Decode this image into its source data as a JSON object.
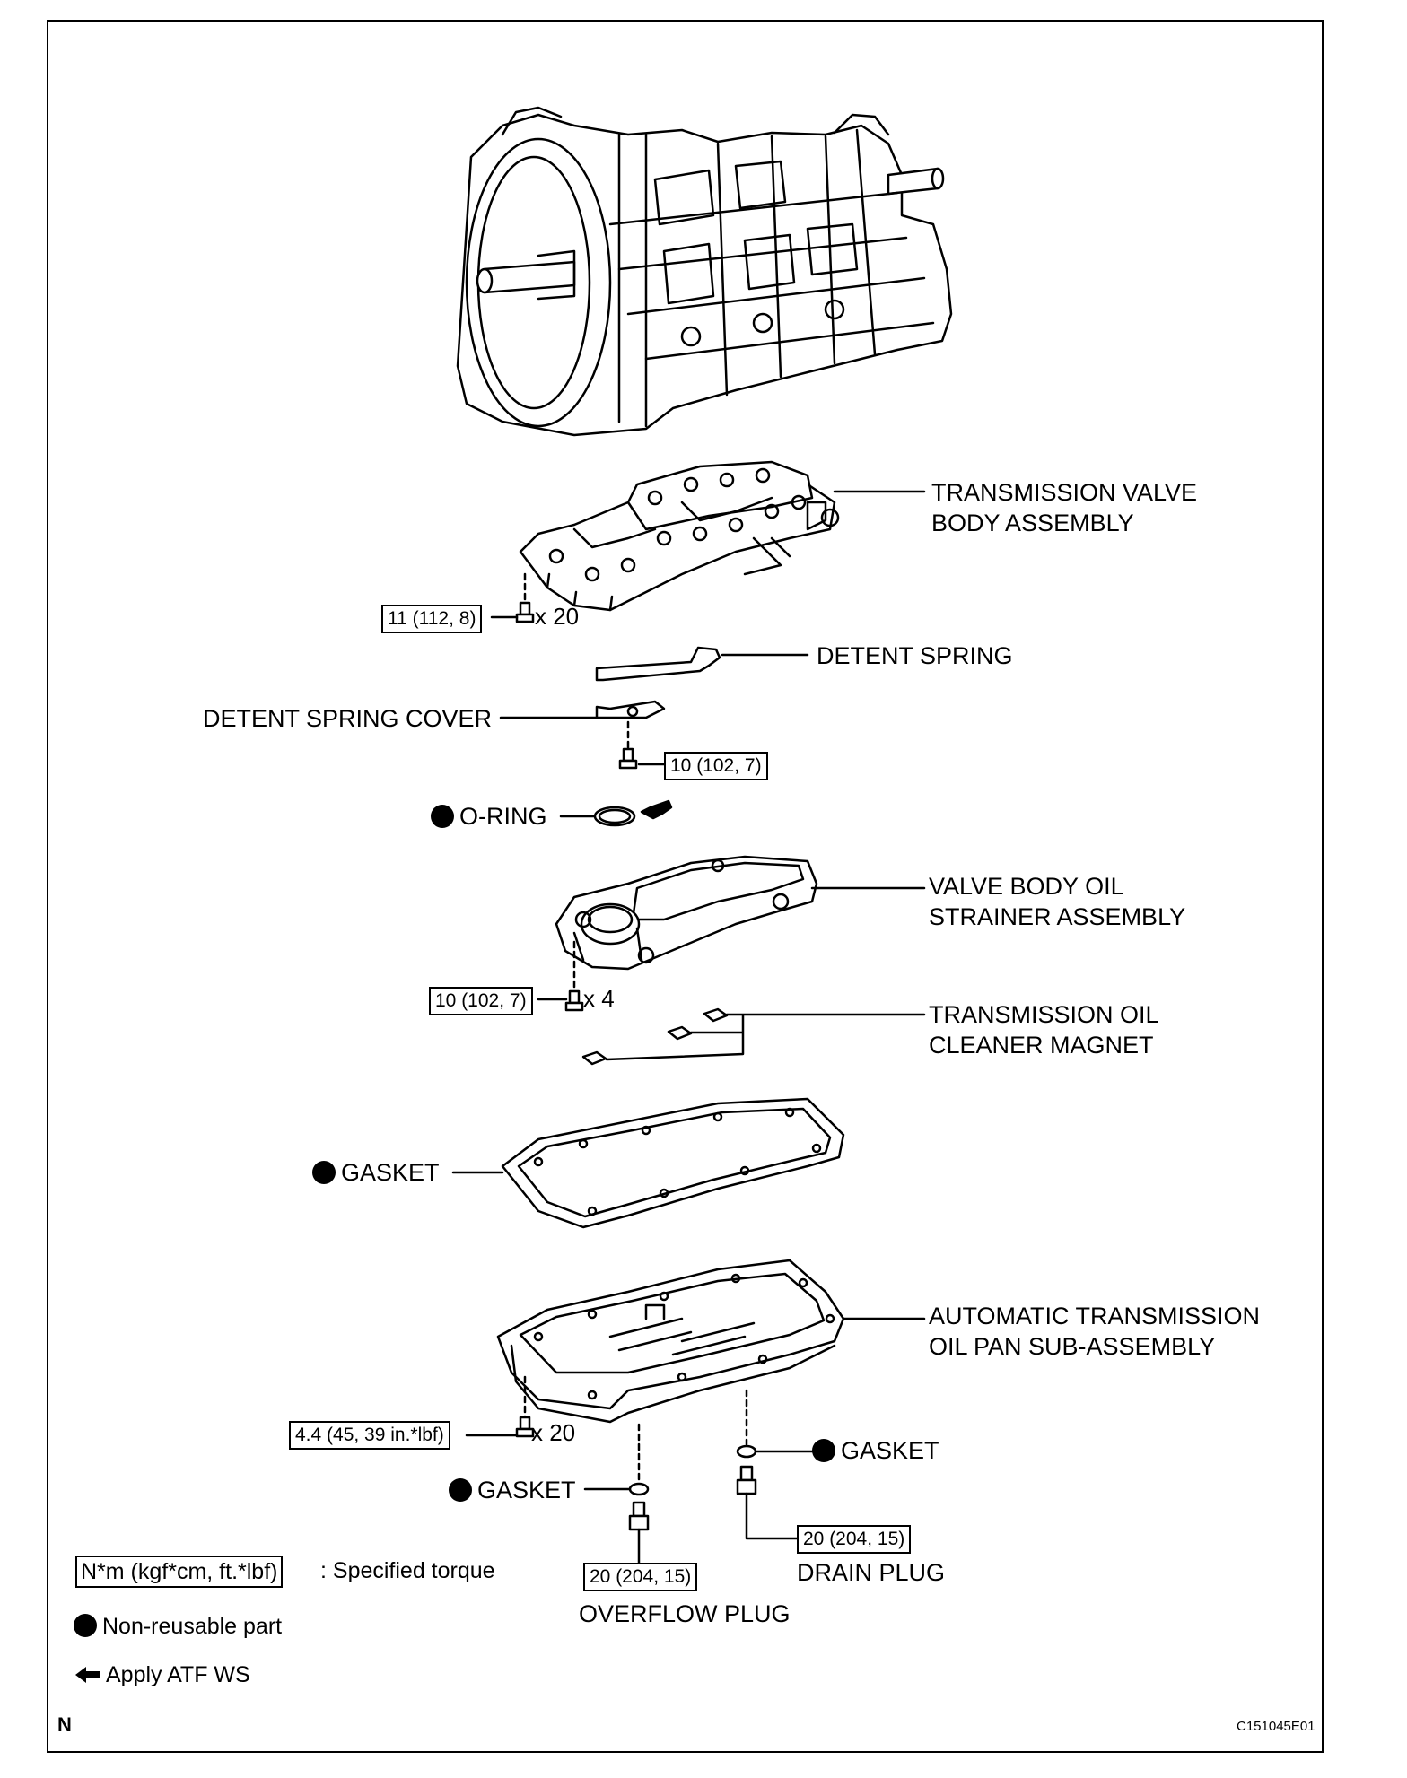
{
  "labels": {
    "valve_body": [
      "TRANSMISSION VALVE",
      "BODY ASSEMBLY"
    ],
    "detent_spring": "DETENT SPRING",
    "detent_spring_cover": "DETENT SPRING COVER",
    "o_ring": "O-RING",
    "strainer": [
      "VALVE BODY OIL",
      "STRAINER ASSEMBLY"
    ],
    "magnet": [
      "TRANSMISSION OIL",
      "CLEANER MAGNET"
    ],
    "gasket_pan": "GASKET",
    "oil_pan": [
      "AUTOMATIC TRANSMISSION",
      "OIL PAN SUB-ASSEMBLY"
    ],
    "gasket_drain": "GASKET",
    "gasket_overflow": "GASKET",
    "drain_plug": "DRAIN PLUG",
    "overflow_plug": "OVERFLOW PLUG"
  },
  "torques": {
    "valve_body_bolts": "11 (112, 8)",
    "detent_cover_bolt": "10 (102, 7)",
    "strainer_bolts": "10 (102, 7)",
    "oil_pan_bolts": "4.4 (45, 39 in.*lbf)",
    "drain_plug": "20 (204, 15)",
    "overflow_plug": "20 (204, 15)"
  },
  "quantities": {
    "valve_body_bolts": "x 20",
    "strainer_bolts": "x 4",
    "oil_pan_bolts": "x 20"
  },
  "legend": {
    "torque_box": "N*m (kgf*cm, ft.*lbf)",
    "torque_text": ": Specified torque",
    "non_reusable": "Non-reusable part",
    "apply": "Apply ATF WS"
  },
  "corner": {
    "north": "N",
    "figure_code": "C151045E01"
  },
  "icons": {
    "non_reusable_marker": "filled-circle-icon",
    "apply_marker": "left-arrow-icon"
  }
}
